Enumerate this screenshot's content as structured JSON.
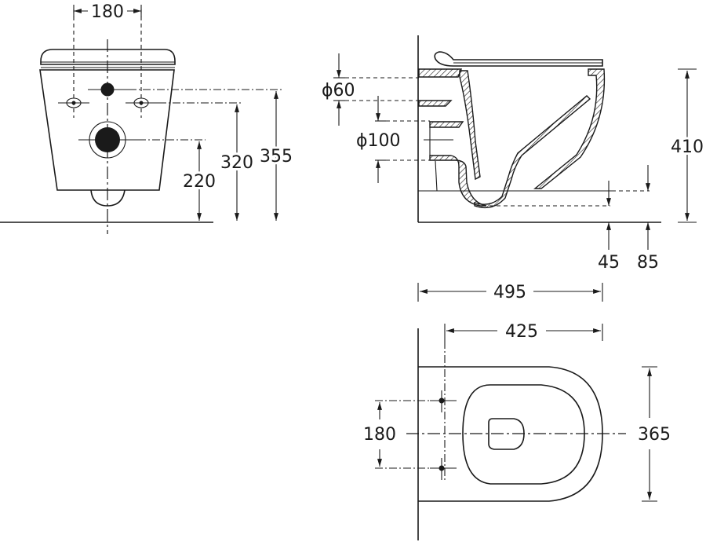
{
  "front_view": {
    "dimensions": {
      "bolt_spacing": "180",
      "drain_height": "220",
      "bolt_height": "320",
      "inlet_height": "355"
    }
  },
  "side_view": {
    "dimensions": {
      "inlet_diameter": "ϕ60",
      "outlet_diameter": "ϕ100",
      "total_height": "410",
      "trap_depth": "45",
      "rim_floor_gap": "85"
    }
  },
  "top_view": {
    "dimensions": {
      "total_length": "495",
      "projection_length": "425",
      "bolt_spacing": "180",
      "width": "365"
    }
  },
  "colors": {
    "line": "#1a1a1a",
    "background": "#ffffff"
  }
}
